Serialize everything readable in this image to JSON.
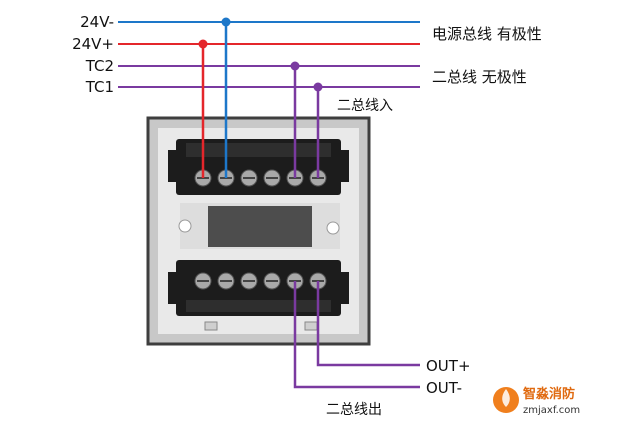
{
  "bus_labels": {
    "v_neg": "24V-",
    "v_pos": "24V+",
    "tc2": "TC2",
    "tc1": "TC1"
  },
  "annotations": {
    "power_bus": "电源总线 有极性",
    "signal_bus": "二总线 无极性",
    "bus_in": "二总线入",
    "bus_out": "二总线出"
  },
  "outputs": {
    "pos": "OUT+",
    "neg": "OUT-"
  },
  "watermark": {
    "brand": "智淼消防",
    "url": "zmjaxf.com"
  },
  "colors": {
    "blue_wire": "#1d77c9",
    "red_wire": "#e4262b",
    "purple_wire": "#7a3aa0",
    "frame": "#4a4a4a",
    "terminal_block": "#1a1a1a",
    "logo_orange": "#f07f1d"
  }
}
